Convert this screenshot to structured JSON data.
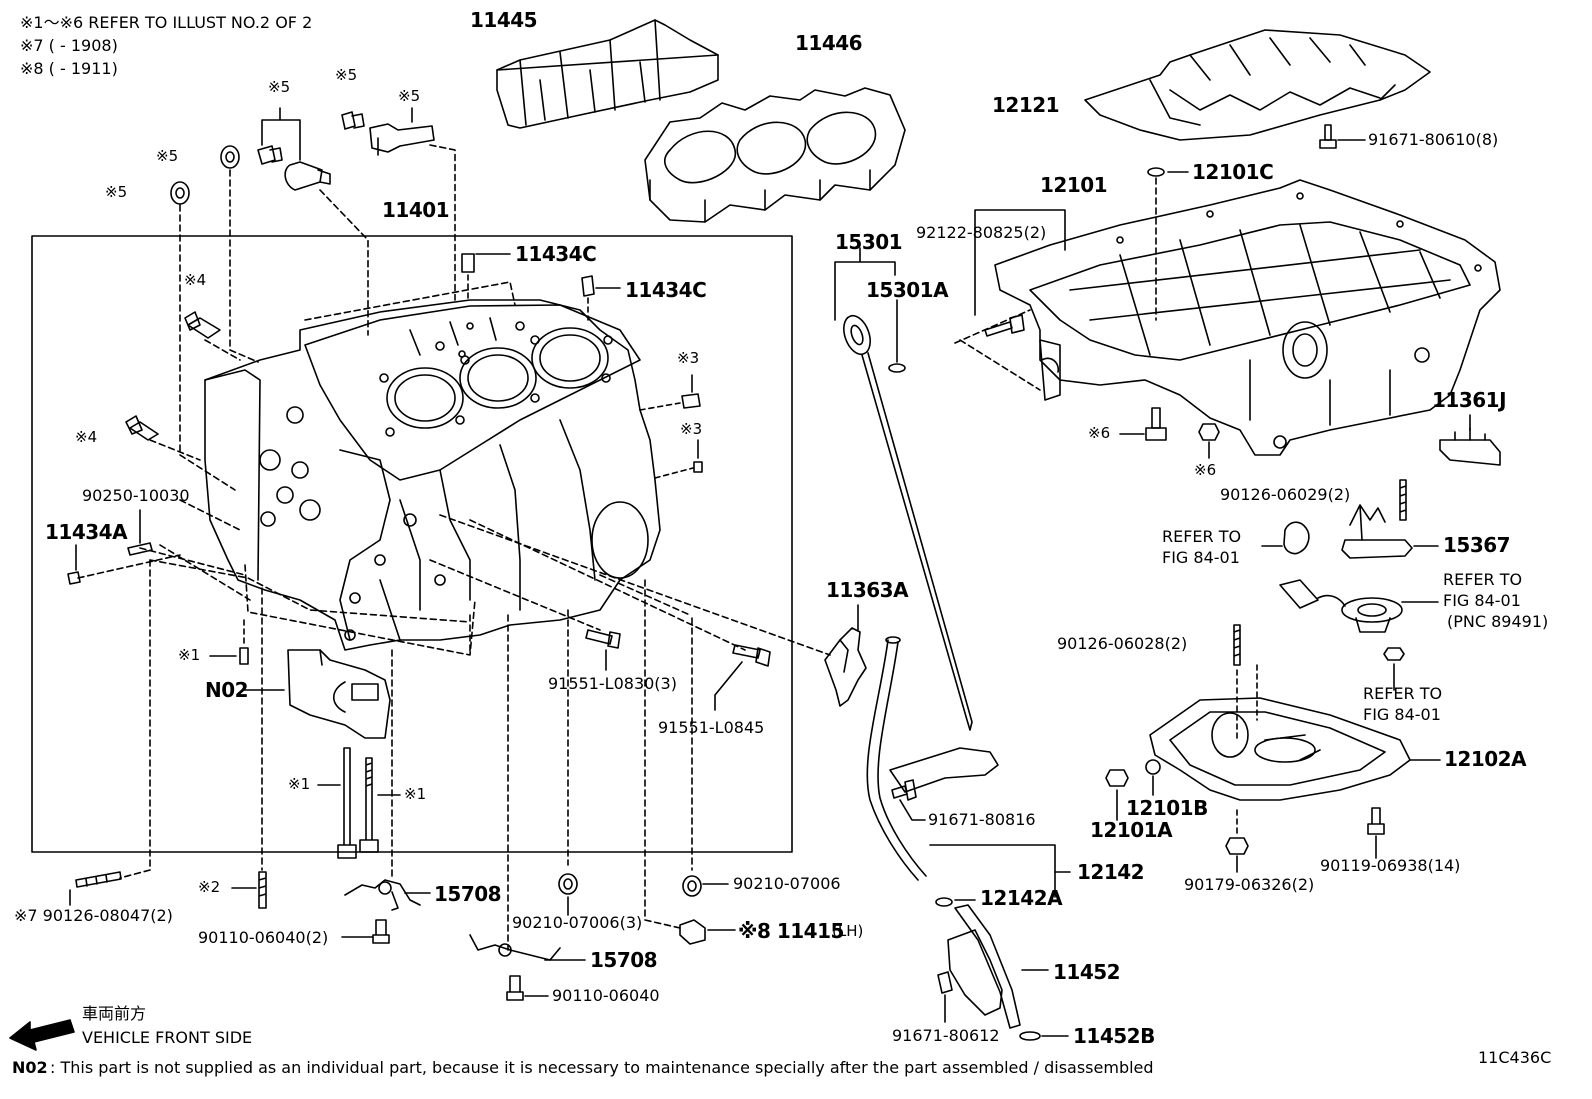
{
  "header": {
    "note1": "※1～※6 REFER TO ILLUST NO.2 OF 2",
    "note2": "※7 (          - 1908)",
    "note3": "※8 (          - 1911)"
  },
  "labels": {
    "p11445": "11445",
    "p11446": "11446",
    "p12121": "12121",
    "p91671_80610": "91671-80610(8)",
    "p12101C": "12101C",
    "p12101": "12101",
    "p92122": "92122-80825(2)",
    "p11401": "11401",
    "p11434C_1": "11434C",
    "p11434C_2": "11434C",
    "p15301": "15301",
    "p15301A": "15301A",
    "p11361J": "11361J",
    "p90126_06029": "90126-06029(2)",
    "p15367": "15367",
    "refer1": "REFER TO",
    "refer1b": "FIG 84-01",
    "refer2": "REFER TO",
    "refer2b": "FIG 84-01",
    "refer2c": "(PNC 89491)",
    "refer3": "REFER TO",
    "refer3b": "FIG 84-01",
    "p90126_06028": "90126-06028(2)",
    "p12102A": "12102A",
    "p12101B": "12101B",
    "p12101A": "12101A",
    "p90119": "90119-06938(14)",
    "p90179": "90179-06326(2)",
    "p11363A": "11363A",
    "p91671_80816": "91671-80816",
    "p12142": "12142",
    "p12142A": "12142A",
    "p11452": "11452",
    "p11452B": "11452B",
    "p91671_80612": "91671-80612",
    "p90250": "90250-10030",
    "p11434A": "11434A",
    "pN02": "N02",
    "p91551_L0830": "91551-L0830(3)",
    "p91551_L0845": "91551-L0845",
    "p15708_1": "15708",
    "p15708_2": "15708",
    "p90210_a": "90210-07006",
    "p90210_b": "90210-07006(3)",
    "p11415": "※8 11415",
    "p11415_lh": "(LH)",
    "p90126_08047": "※7 90126-08047(2)",
    "p90110_a": "90110-06040(2)",
    "p90110_b": "90110-06040",
    "m5a": "※5",
    "m5b": "※5",
    "m5c": "※5",
    "m5d": "※5",
    "m5e": "※5",
    "m4a": "※4",
    "m4b": "※4",
    "m3a": "※3",
    "m3b": "※3",
    "m1a": "※1",
    "m1b": "※1",
    "m1c": "※1",
    "m2": "※2",
    "m6a": "※6",
    "m6b": "※6"
  },
  "footer": {
    "front_jp": "車両前方",
    "front_en": "VEHICLE FRONT SIDE",
    "note_code": "N02",
    "note_text": ": This part is not supplied as an individual part, because it is necessary to maintenance specially after the part assembled / disassembled",
    "figure_id": "11C436C"
  }
}
